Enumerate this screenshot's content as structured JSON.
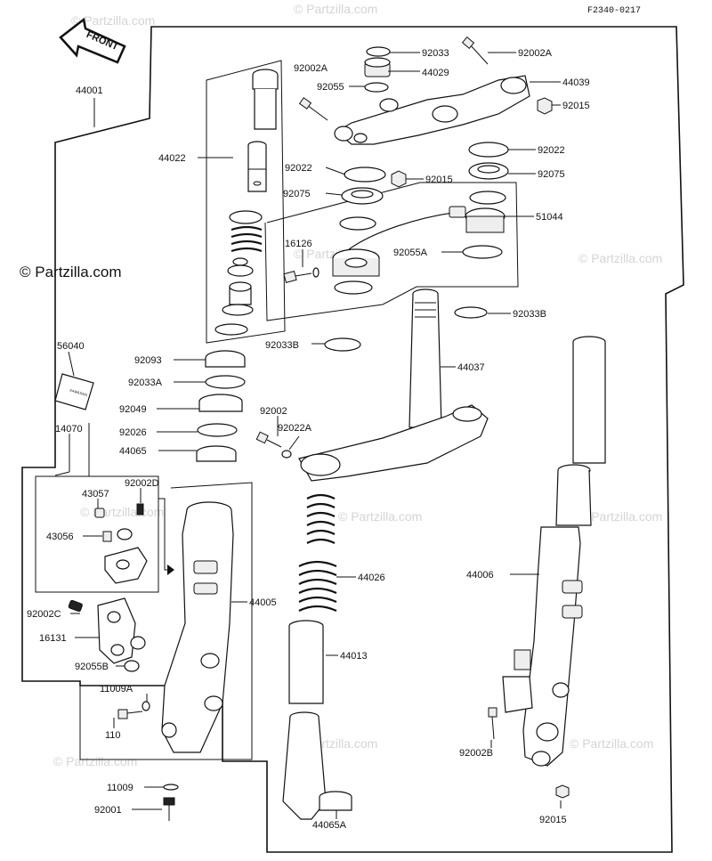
{
  "diagram_code": "F2340-0217",
  "watermark": "© Partzilla.com",
  "front_label": "FRONT",
  "sticker_text": "KAWASAKI",
  "labels": {
    "p92033_top": "92033",
    "p92002A_top": "92002A",
    "p92002A_left": "92002A",
    "p44029": "44029",
    "p92055": "92055",
    "p44039": "44039",
    "p92015_top": "92015",
    "p44001": "44001",
    "p44022": "44022",
    "p92022_right": "92022",
    "p92022_left": "92022",
    "p92015_mid": "92015",
    "p92075_right": "92075",
    "p92075_left": "92075",
    "p51044": "51044",
    "p16126": "16126",
    "p92055A": "92055A",
    "p92033B_right": "92033B",
    "p92033B_left": "92033B",
    "p56040": "56040",
    "p92093": "92093",
    "p44037": "44037",
    "p92033A": "92033A",
    "p92049": "92049",
    "p92002": "92002",
    "p92022A": "92022A",
    "p92026": "92026",
    "p44065": "44065",
    "p14070": "14070",
    "p92002D": "92002D",
    "p43057": "43057",
    "p43056": "43056",
    "p44026": "44026",
    "p44006": "44006",
    "p92002C": "92002C",
    "p44005": "44005",
    "p16131": "16131",
    "p44013": "44013",
    "p92055B": "92055B",
    "p11009A": "11009A",
    "p92002B": "92002B",
    "p110": "110",
    "p92015_bottom": "92015",
    "p11009": "11009",
    "p92001": "92001",
    "p44065A": "44065A"
  }
}
